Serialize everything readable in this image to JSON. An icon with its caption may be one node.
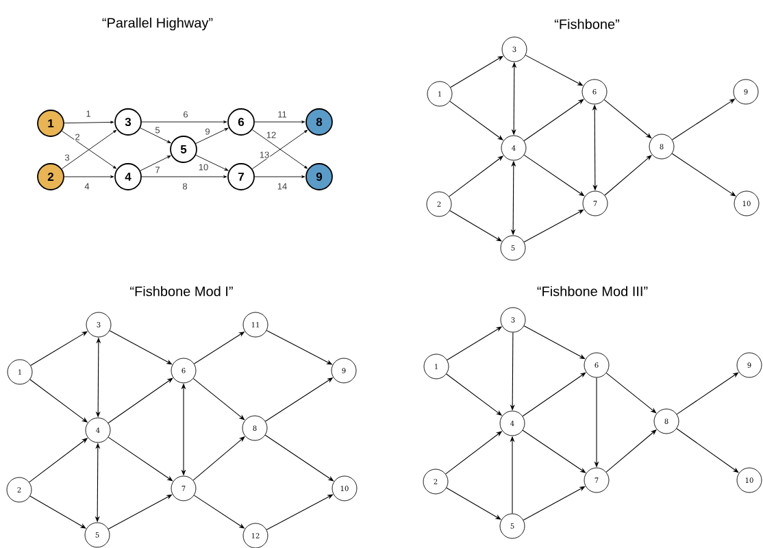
{
  "diagram": {
    "nodes": [
      {
        "text": [
          "1"
        ]
      },
      {
        "text": [
          "2"
        ]
      },
      {
        "text": [
          "3"
        ]
      },
      {
        "text": [
          "4"
        ]
      },
      {
        "text": [
          "5"
        ]
      },
      {
        "text": [
          "6"
        ]
      },
      {
        "text": [
          "7"
        ]
      },
      {
        "text": [
          "8"
        ]
      },
      {
        "text": [
          "9"
        ]
      },
      {
        "text": [
          "1"
        ]
      },
      {
        "text": [
          "2"
        ]
      },
      {
        "text": [
          "3"
        ]
      },
      {
        "text": [
          "4"
        ]
      },
      {
        "text": [
          "5"
        ]
      },
      {
        "text": [
          "6"
        ]
      },
      {
        "text": [
          "7"
        ]
      },
      {
        "text": [
          "8"
        ]
      },
      {
        "text": [
          "9"
        ]
      },
      {
        "text": [
          "10"
        ]
      },
      {
        "text": [
          "1"
        ]
      },
      {
        "text": [
          "2"
        ]
      },
      {
        "text": [
          "3"
        ]
      },
      {
        "text": [
          "4"
        ]
      },
      {
        "text": [
          "5"
        ]
      },
      {
        "text": [
          "6"
        ]
      },
      {
        "text": [
          "7"
        ]
      },
      {
        "text": [
          "8"
        ]
      },
      {
        "text": [
          "9"
        ]
      },
      {
        "text": [
          "10"
        ]
      },
      {
        "text": [
          "11"
        ]
      },
      {
        "text": [
          "12"
        ]
      },
      {
        "text": [
          "1"
        ]
      },
      {
        "text": [
          "2"
        ]
      },
      {
        "text": [
          "3"
        ]
      },
      {
        "text": [
          "4"
        ]
      },
      {
        "text": [
          "5"
        ]
      },
      {
        "text": [
          "6"
        ]
      },
      {
        "text": [
          "7"
        ]
      },
      {
        "text": [
          "8"
        ]
      },
      {
        "text": [
          "9"
        ]
      },
      {
        "text": [
          "10"
        ]
      }
    ],
    "edges": [
      {
        "from": 0,
        "to": 2,
        "arrow": "to",
        "label": "1"
      },
      {
        "from": 0,
        "to": 3,
        "arrow": "to",
        "label": "2"
      },
      {
        "from": 1,
        "to": 2,
        "arrow": "to",
        "label": "3"
      },
      {
        "from": 1,
        "to": 3,
        "arrow": "to",
        "label": "4"
      },
      {
        "from": 2,
        "to": 4,
        "arrow": "to",
        "label": "5"
      },
      {
        "from": 2,
        "to": 5,
        "arrow": "to",
        "label": "6"
      },
      {
        "from": 3,
        "to": 4,
        "arrow": "to",
        "label": "7"
      },
      {
        "from": 3,
        "to": 6,
        "arrow": "to",
        "label": "8"
      },
      {
        "from": 4,
        "to": 5,
        "arrow": "to",
        "label": "9"
      },
      {
        "from": 4,
        "to": 6,
        "arrow": "to",
        "label": "10"
      },
      {
        "from": 5,
        "to": 7,
        "arrow": "to",
        "label": "11"
      },
      {
        "from": 5,
        "to": 8,
        "arrow": "to",
        "label": "12"
      },
      {
        "from": 6,
        "to": 7,
        "arrow": "to",
        "label": "13"
      },
      {
        "from": 6,
        "to": 8,
        "arrow": "to",
        "label": "14"
      },
      {
        "from": 9,
        "to": 11,
        "arrow": "to"
      },
      {
        "from": 9,
        "to": 12,
        "arrow": "to"
      },
      {
        "from": 11,
        "to": 12,
        "arrow": "both"
      },
      {
        "from": 11,
        "to": 14,
        "arrow": "to"
      },
      {
        "from": 12,
        "to": 14,
        "arrow": "to"
      },
      {
        "from": 12,
        "to": 15,
        "arrow": "to"
      },
      {
        "from": 10,
        "to": 12,
        "arrow": "to"
      },
      {
        "from": 10,
        "to": 13,
        "arrow": "to"
      },
      {
        "from": 12,
        "to": 13,
        "arrow": "both"
      },
      {
        "from": 13,
        "to": 15,
        "arrow": "to"
      },
      {
        "from": 14,
        "to": 15,
        "arrow": "both"
      },
      {
        "from": 14,
        "to": 16,
        "arrow": "to"
      },
      {
        "from": 15,
        "to": 16,
        "arrow": "to"
      },
      {
        "from": 16,
        "to": 17,
        "arrow": "to"
      },
      {
        "from": 16,
        "to": 18,
        "arrow": "to"
      },
      {
        "from": 19,
        "to": 21,
        "arrow": "to"
      },
      {
        "from": 19,
        "to": 22,
        "arrow": "to"
      },
      {
        "from": 21,
        "to": 22,
        "arrow": "both"
      },
      {
        "from": 21,
        "to": 24,
        "arrow": "to"
      },
      {
        "from": 22,
        "to": 24,
        "arrow": "to"
      },
      {
        "from": 22,
        "to": 25,
        "arrow": "to"
      },
      {
        "from": 20,
        "to": 22,
        "arrow": "to"
      },
      {
        "from": 20,
        "to": 23,
        "arrow": "to"
      },
      {
        "from": 22,
        "to": 23,
        "arrow": "both"
      },
      {
        "from": 23,
        "to": 25,
        "arrow": "to"
      },
      {
        "from": 24,
        "to": 25,
        "arrow": "both"
      },
      {
        "from": 24,
        "to": 29,
        "arrow": "to"
      },
      {
        "from": 24,
        "to": 26,
        "arrow": "to"
      },
      {
        "from": 25,
        "to": 26,
        "arrow": "to"
      },
      {
        "from": 25,
        "to": 30,
        "arrow": "to"
      },
      {
        "from": 29,
        "to": 27,
        "arrow": "to"
      },
      {
        "from": 26,
        "to": 27,
        "arrow": "to"
      },
      {
        "from": 26,
        "to": 28,
        "arrow": "to"
      },
      {
        "from": 30,
        "to": 28,
        "arrow": "to"
      },
      {
        "from": 31,
        "to": 33,
        "arrow": "to"
      },
      {
        "from": 31,
        "to": 34,
        "arrow": "to"
      },
      {
        "from": 33,
        "to": 34,
        "arrow": "to"
      },
      {
        "from": 33,
        "to": 36,
        "arrow": "to"
      },
      {
        "from": 34,
        "to": 36,
        "arrow": "to"
      },
      {
        "from": 34,
        "to": 37,
        "arrow": "to"
      },
      {
        "from": 32,
        "to": 34,
        "arrow": "to"
      },
      {
        "from": 32,
        "to": 35,
        "arrow": "to"
      },
      {
        "from": 35,
        "to": 34,
        "arrow": "to"
      },
      {
        "from": 35,
        "to": 37,
        "arrow": "to"
      },
      {
        "from": 36,
        "to": 37,
        "arrow": "to"
      },
      {
        "from": 36,
        "to": 38,
        "arrow": "to"
      },
      {
        "from": 37,
        "to": 38,
        "arrow": "to"
      },
      {
        "from": 38,
        "to": 39,
        "arrow": "to"
      },
      {
        "from": 38,
        "to": 40,
        "arrow": "to"
      }
    ],
    "labels": [
      "“Parallel Highway”",
      "“Fishbone”",
      "“Fishbone Mod I”",
      "“Fishbone Mod III”"
    ]
  }
}
